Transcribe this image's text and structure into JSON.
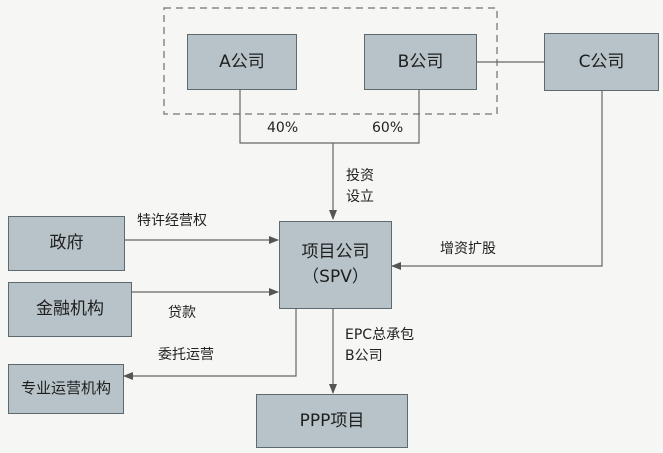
{
  "nodes": {
    "company_a": "A公司",
    "company_b": "B公司",
    "company_c": "C公司",
    "government": "政府",
    "financial_institution": "金融机构",
    "spv": "项目公司\n（SPV）",
    "operator": "专业运营机构",
    "ppp_project": "PPP项目"
  },
  "edges": {
    "share_a": "40%",
    "share_b": "60%",
    "invest": "投资\n设立",
    "franchise": "特许经营权",
    "loan": "贷款",
    "capital_increase": "增资扩股",
    "entrust": "委托运营",
    "epc": "EPC总承包\nB公司"
  }
}
